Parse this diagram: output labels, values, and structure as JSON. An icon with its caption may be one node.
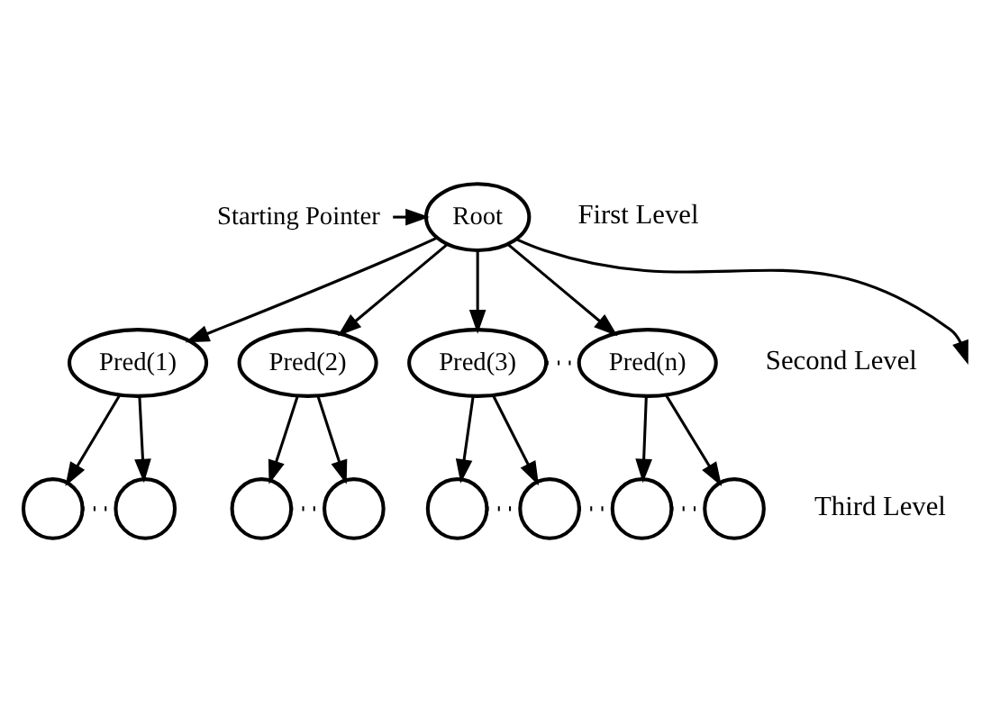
{
  "diagram": {
    "nodes": [
      {
        "text": [
          "Starting Pointer"
        ]
      },
      {
        "text": [
          "Root"
        ]
      },
      {
        "text": [
          "Pred(1)"
        ]
      },
      {
        "text": [
          "Pred(2)"
        ]
      },
      {
        "text": [
          "Pred(3)"
        ]
      },
      {
        "text": [
          "Pred(n)"
        ]
      },
      {
        "text": [],
        "shape": "circle"
      },
      {
        "text": [],
        "shape": "circle"
      },
      {
        "text": [],
        "shape": "circle"
      },
      {
        "text": [],
        "shape": "circle"
      },
      {
        "text": [],
        "shape": "circle"
      },
      {
        "text": [],
        "shape": "circle"
      },
      {
        "text": [],
        "shape": "circle"
      },
      {
        "text": [],
        "shape": "circle"
      }
    ],
    "edges": [
      {
        "from": 0,
        "to": 1,
        "arrow": "to"
      },
      {
        "from": 1,
        "to": 2,
        "arrow": "to"
      },
      {
        "from": 1,
        "to": 3,
        "arrow": "to"
      },
      {
        "from": 1,
        "to": 4,
        "arrow": "to"
      },
      {
        "from": 1,
        "to": null,
        "arrow": "to"
      },
      {
        "from": 1,
        "to": 5,
        "arrow": "to"
      },
      {
        "from": 4,
        "to": 5,
        "arrow": "none",
        "style": "dashed"
      },
      {
        "from": 2,
        "to": 6,
        "arrow": "to"
      },
      {
        "from": 2,
        "to": 7,
        "arrow": "to"
      },
      {
        "from": 3,
        "to": 8,
        "arrow": "to"
      },
      {
        "from": 3,
        "to": 9,
        "arrow": "to"
      },
      {
        "from": 4,
        "to": 10,
        "arrow": "to"
      },
      {
        "from": 4,
        "to": 11,
        "arrow": "to"
      },
      {
        "from": 5,
        "to": 12,
        "arrow": "to"
      },
      {
        "from": 5,
        "to": 13,
        "arrow": "to"
      },
      {
        "from": 6,
        "to": 7,
        "arrow": "none",
        "style": "dashed"
      },
      {
        "from": 8,
        "to": 9,
        "arrow": "none",
        "style": "dashed"
      },
      {
        "from": 10,
        "to": 11,
        "arrow": "none",
        "style": "dashed"
      },
      {
        "from": 11,
        "to": 12,
        "arrow": "none",
        "style": "dashed"
      },
      {
        "from": 12,
        "to": 13,
        "arrow": "none",
        "style": "dashed"
      }
    ],
    "labels": [
      "First Level",
      "Second Level",
      "Third Level"
    ]
  }
}
